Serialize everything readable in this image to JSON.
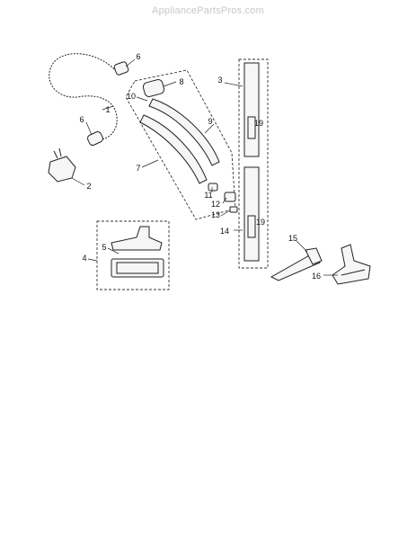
{
  "watermark": "AppliancePartsPros.com",
  "callouts": [
    "1",
    "2",
    "3",
    "4",
    "5",
    "6",
    "6",
    "7",
    "8",
    "9",
    "10",
    "11",
    "12",
    "13",
    "14",
    "15",
    "16",
    "19",
    "19"
  ]
}
